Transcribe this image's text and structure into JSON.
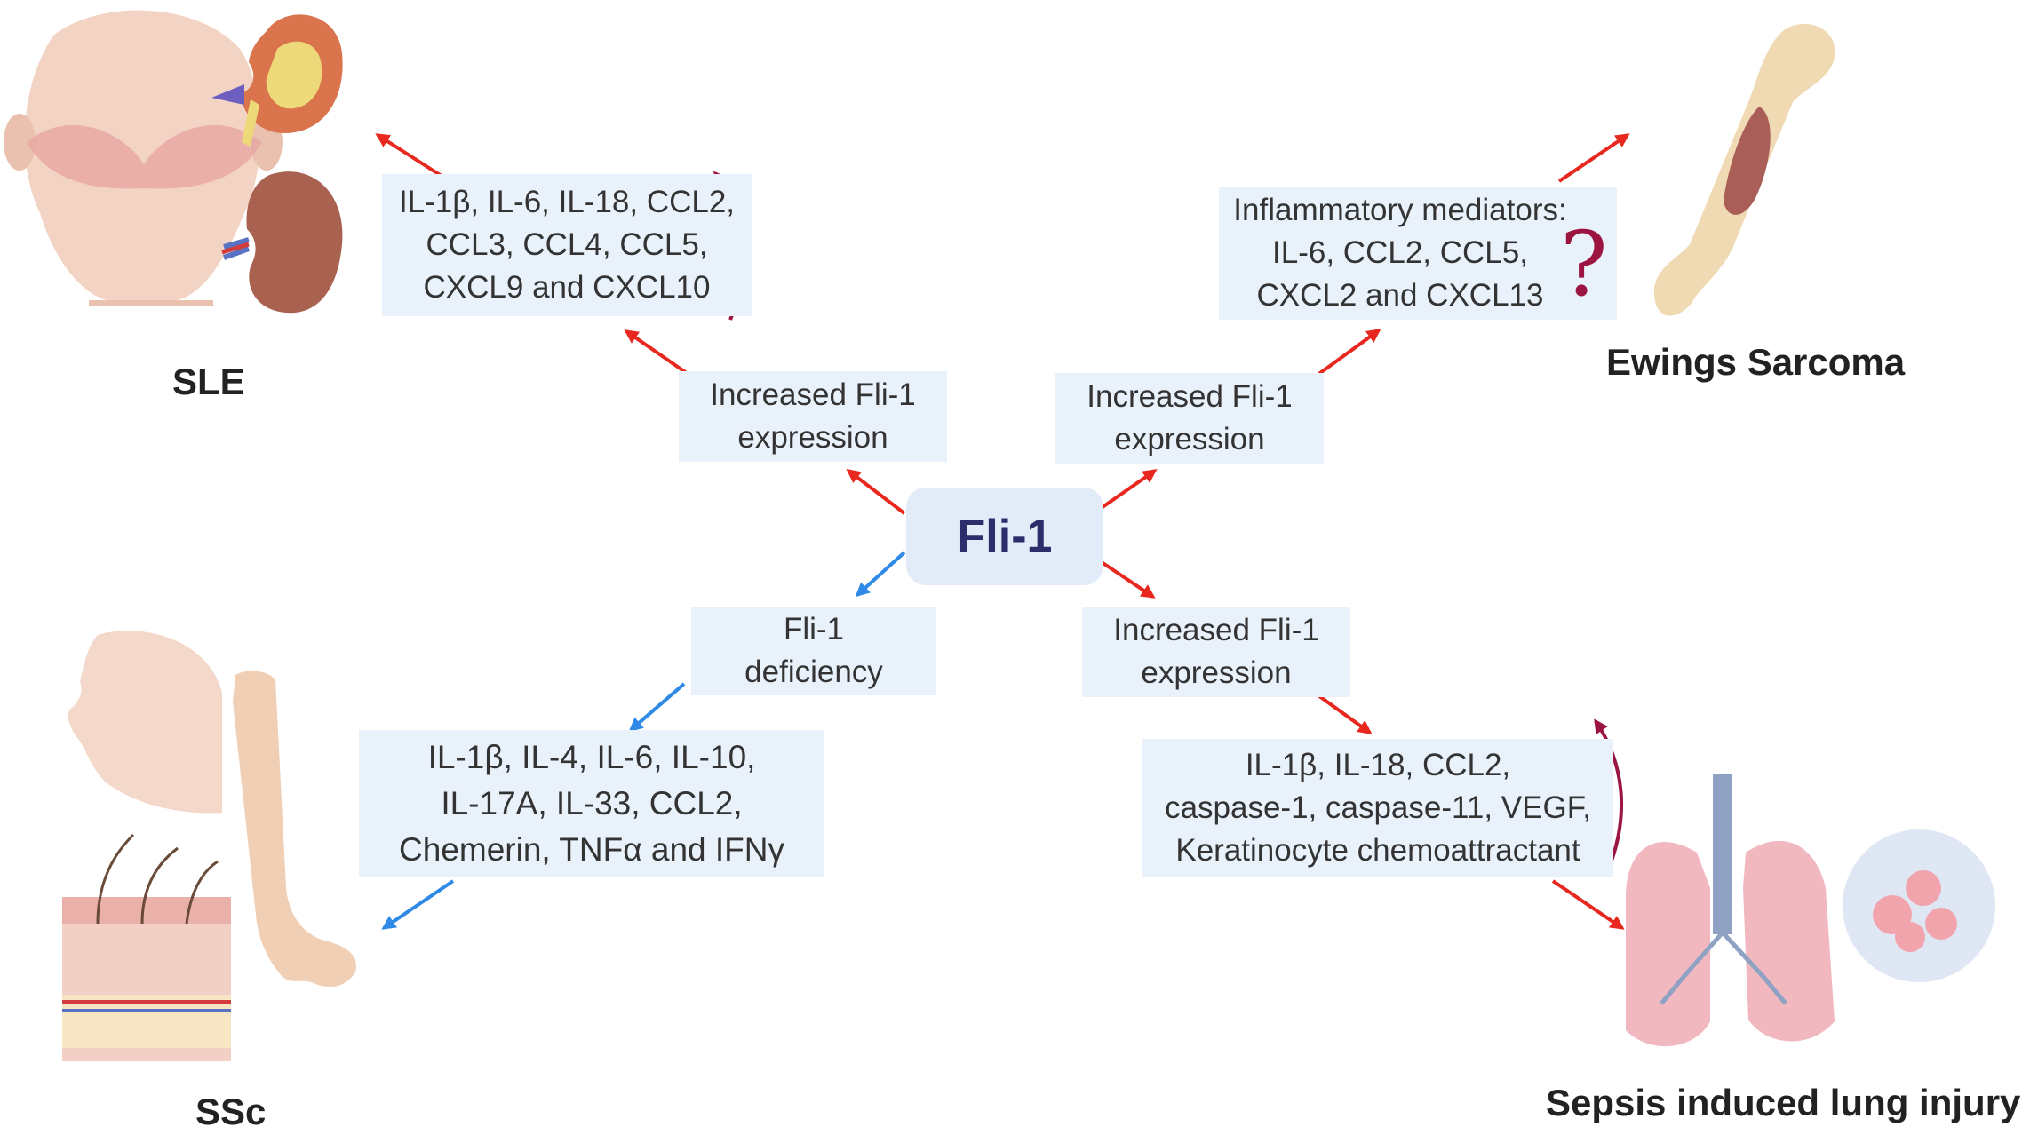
{
  "center": {
    "label": "Fli-1"
  },
  "boxes": {
    "sle_expression": {
      "lines": [
        "Increased Fli-1",
        "expression"
      ]
    },
    "sle_cytokines": {
      "lines": [
        "IL-1β, IL-6, IL-18, CCL2,",
        "CCL3, CCL4, CCL5,",
        "CXCL9 and CXCL10"
      ]
    },
    "ewing_expression": {
      "lines": [
        "Increased Fli-1",
        "expression"
      ]
    },
    "ewing_mediators": {
      "lines": [
        "Inflammatory mediators:",
        "IL-6, CCL2,  CCL5,",
        "CXCL2 and CXCL13"
      ]
    },
    "ssc_deficiency": {
      "lines": [
        "Fli-1",
        "deficiency"
      ]
    },
    "ssc_cytokines": {
      "lines": [
        "IL-1β, IL-4, IL-6, IL-10,",
        "IL-17A, IL-33, CCL2,",
        "Chemerin, TNFα and  IFNγ"
      ]
    },
    "sepsis_expression": {
      "lines": [
        "Increased Fli-1",
        "expression"
      ]
    },
    "sepsis_cytokines": {
      "lines": [
        "IL-1β, IL-18, CCL2,",
        "caspase-1, caspase-11, VEGF,",
        "Keratinocyte chemoattractant"
      ]
    }
  },
  "question_mark": "?",
  "diseases": {
    "sle": "SLE",
    "ewing": "Ewings Sarcoma",
    "ssc": "SSc",
    "sepsis": "Sepsis  induced lung injury"
  },
  "colors": {
    "increase_arrow": "#e8281e",
    "decrease_arrow": "#2e8ae6",
    "feedback_arrow": "#9c1440",
    "box_fill": "#e9f1fb"
  },
  "illustrations": {
    "sle": [
      "face-malar-rash-icon",
      "kidney-section-icon",
      "kidney-icon"
    ],
    "ewing": [
      "femur-bone-icon"
    ],
    "ssc": [
      "face-profile-icon",
      "arm-icon",
      "skin-section-icon"
    ],
    "sepsis": [
      "lungs-icon",
      "alveoli-icon"
    ]
  }
}
